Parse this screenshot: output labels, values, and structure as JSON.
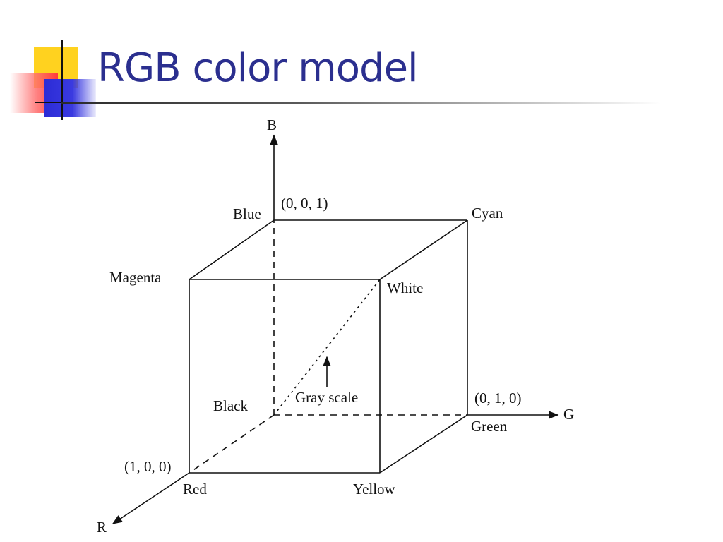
{
  "slide": {
    "title": "RGB color model",
    "colors": {
      "title": "#2b2f8f",
      "logo_yellow": "#ffd21f",
      "logo_red": "#ff3b3b",
      "logo_blue": "#2b2bd6"
    }
  },
  "diagram": {
    "axes": {
      "b": "B",
      "g": "G",
      "r": "R"
    },
    "corners": {
      "blue": "Blue",
      "cyan": "Cyan",
      "magenta": "Magenta",
      "white": "White",
      "black": "Black",
      "green": "Green",
      "red": "Red",
      "yellow": "Yellow"
    },
    "coords": {
      "blue": "(0, 0, 1)",
      "green": "(0, 1, 0)",
      "red": "(1, 0, 0)"
    },
    "annotation": "Gray scale"
  }
}
